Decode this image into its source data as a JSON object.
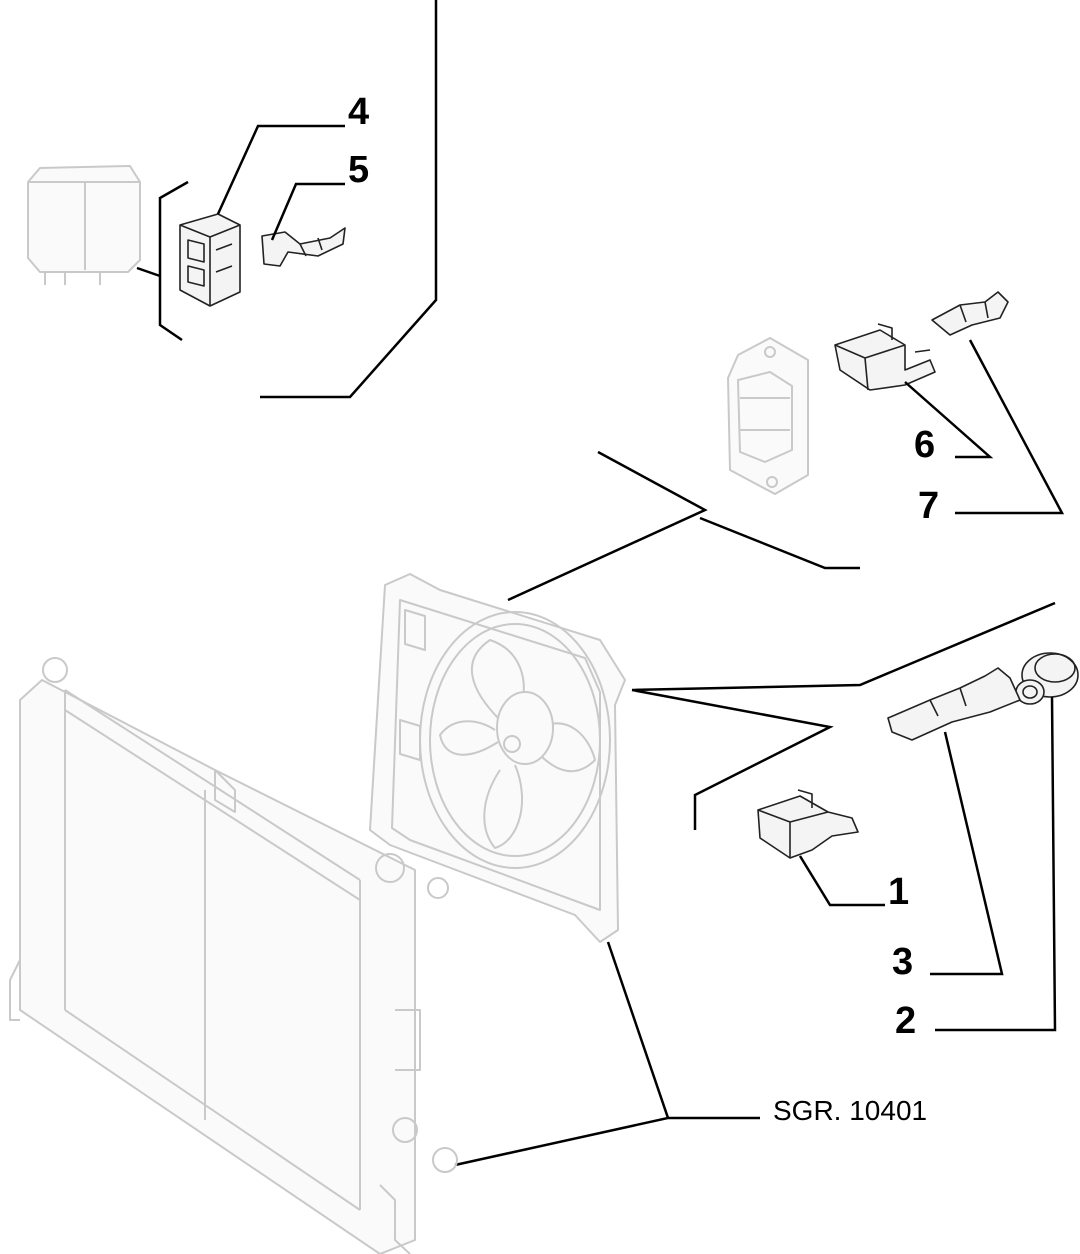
{
  "callouts": {
    "c1": "1",
    "c2": "2",
    "c3": "3",
    "c4": "4",
    "c5": "5",
    "c6": "6",
    "c7": "7"
  },
  "reference": "SGR. 10401"
}
